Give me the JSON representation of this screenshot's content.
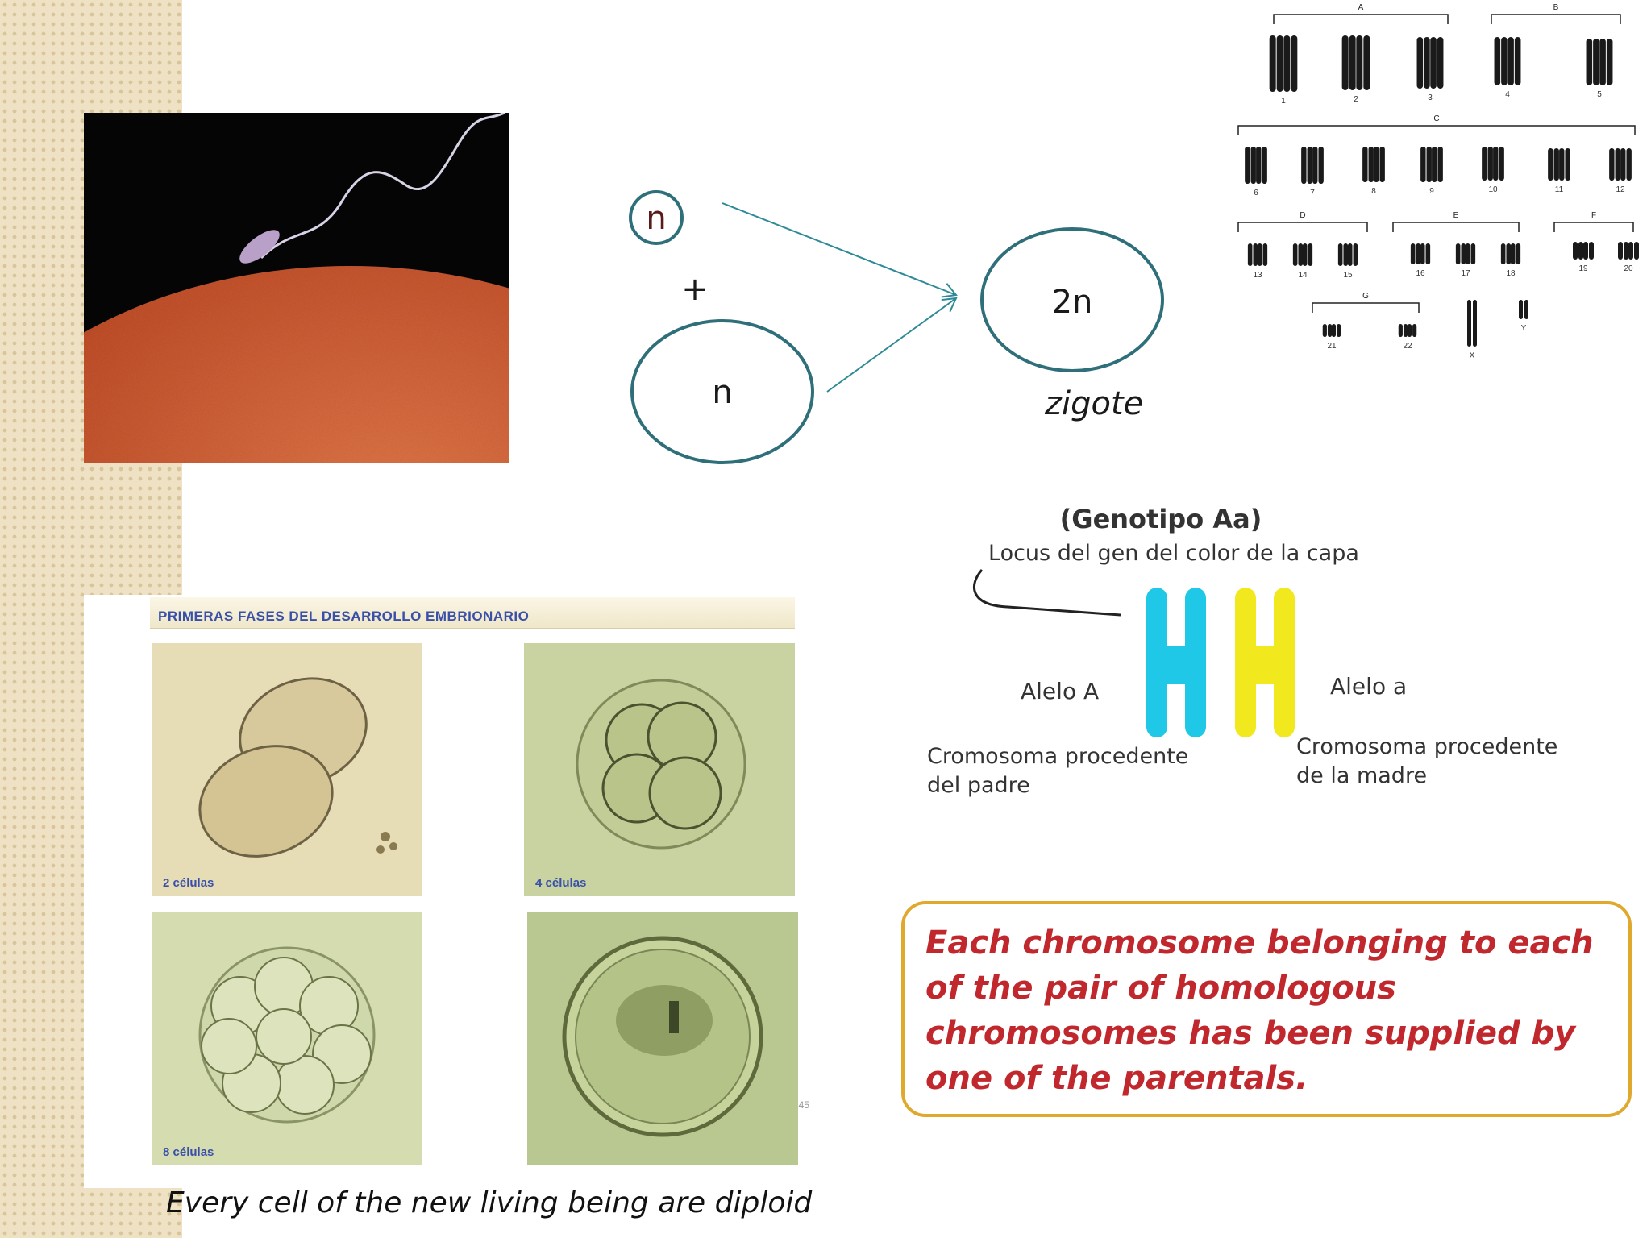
{
  "fertilization": {
    "gamete1_label": "n",
    "plus_sign": "+",
    "gamete2_label": "n",
    "zygote_label": "2n",
    "zygote_caption": "zigote"
  },
  "karyotype": {
    "group_labels": [
      "A",
      "B",
      "C",
      "D",
      "E",
      "F",
      "G"
    ],
    "chromosome_numbers": [
      "1",
      "2",
      "3",
      "4",
      "5",
      "6",
      "7",
      "8",
      "9",
      "10",
      "11",
      "12",
      "13",
      "14",
      "15",
      "16",
      "17",
      "18",
      "19",
      "20",
      "21",
      "22",
      "X",
      "Y"
    ]
  },
  "genotype": {
    "title": "(Genotipo Aa)",
    "locus_label": "Locus del gen del color de la capa",
    "allele_A": "Alelo A",
    "allele_a": "Alelo a",
    "father_line1": "Cromosoma procedente",
    "father_line2": "del padre",
    "mother_line1": "Cromosoma procedente",
    "mother_line2": "de la madre",
    "colors": {
      "paternal": "#1ec8e6",
      "maternal": "#f2e81e"
    }
  },
  "embryo": {
    "title": "PRIMERAS FASES DEL DESARROLLO EMBRIONARIO",
    "stages": [
      "2 células",
      "4 células",
      "8 células",
      ""
    ],
    "page_number": "45"
  },
  "caption": "Every cell of the new living being are diploid",
  "note": "Each chromosome belonging to each of the pair of homologous chromosomes has been supplied by one of the parentals.",
  "colors": {
    "circle_stroke": "#2e6f7a",
    "note_text": "#c0282d",
    "note_border": "#e0a82c"
  }
}
